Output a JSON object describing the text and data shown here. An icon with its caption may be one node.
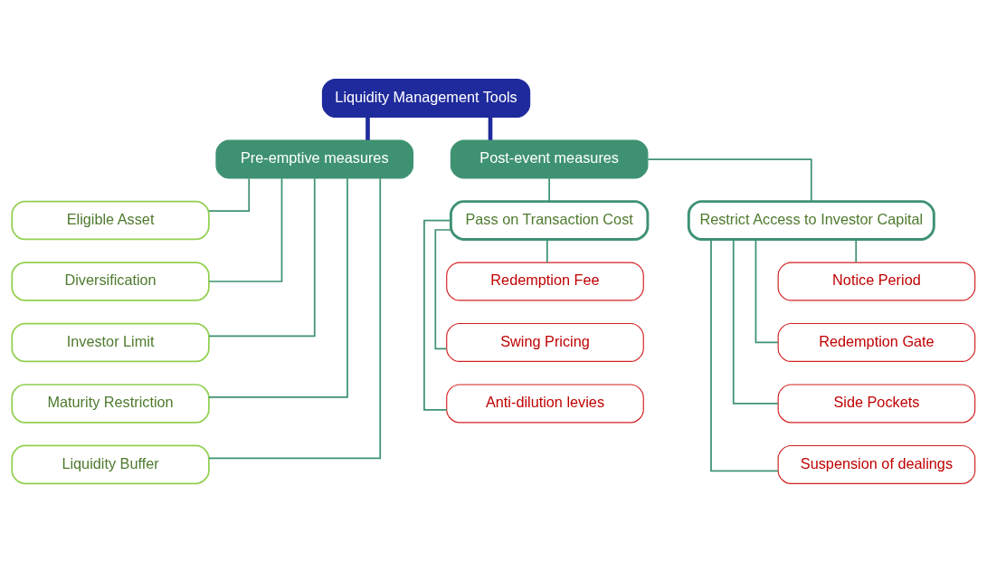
{
  "diagram": {
    "nodes": [
      {
        "text": [
          "Liquidity Management Tools"
        ]
      },
      {
        "text": [
          "Pre-emptive measures"
        ]
      },
      {
        "text": [
          "Post-event measures"
        ]
      },
      {
        "text": [
          "Eligible Asset"
        ]
      },
      {
        "text": [
          "Diversification"
        ]
      },
      {
        "text": [
          "Investor Limit"
        ]
      },
      {
        "text": [
          "Maturity Restriction"
        ]
      },
      {
        "text": [
          "Liquidity Buffer"
        ]
      },
      {
        "text": [
          "Pass on Transaction Cost"
        ]
      },
      {
        "text": [
          "Redemption Fee"
        ]
      },
      {
        "text": [
          "Swing Pricing"
        ]
      },
      {
        "text": [
          "Anti-dilution levies"
        ]
      },
      {
        "text": [
          "Restrict Access to Investor Capital"
        ]
      },
      {
        "text": [
          "Notice Period"
        ]
      },
      {
        "text": [
          "Redemption Gate"
        ]
      },
      {
        "text": [
          "Side Pockets"
        ]
      },
      {
        "text": [
          "Suspension of dealings"
        ]
      }
    ],
    "edges": [
      {
        "from": 0,
        "to": 1,
        "arrow": "none",
        "style": "thick",
        "color": "#1f2a9c"
      },
      {
        "from": 0,
        "to": 2,
        "arrow": "none",
        "style": "thick",
        "color": "#1f2a9c"
      },
      {
        "from": 1,
        "to": 3,
        "arrow": "none"
      },
      {
        "from": 1,
        "to": 4,
        "arrow": "none"
      },
      {
        "from": 1,
        "to": 5,
        "arrow": "none"
      },
      {
        "from": 1,
        "to": 6,
        "arrow": "none"
      },
      {
        "from": 1,
        "to": 7,
        "arrow": "none"
      },
      {
        "from": 2,
        "to": 8,
        "arrow": "none"
      },
      {
        "from": 2,
        "to": 12,
        "arrow": "none"
      },
      {
        "from": 8,
        "to": 9,
        "arrow": "none"
      },
      {
        "from": 8,
        "to": 10,
        "arrow": "none"
      },
      {
        "from": 8,
        "to": 11,
        "arrow": "none"
      },
      {
        "from": 12,
        "to": 13,
        "arrow": "none"
      },
      {
        "from": 12,
        "to": 14,
        "arrow": "none"
      },
      {
        "from": 12,
        "to": 15,
        "arrow": "none"
      },
      {
        "from": 12,
        "to": 16,
        "arrow": "none"
      }
    ]
  }
}
